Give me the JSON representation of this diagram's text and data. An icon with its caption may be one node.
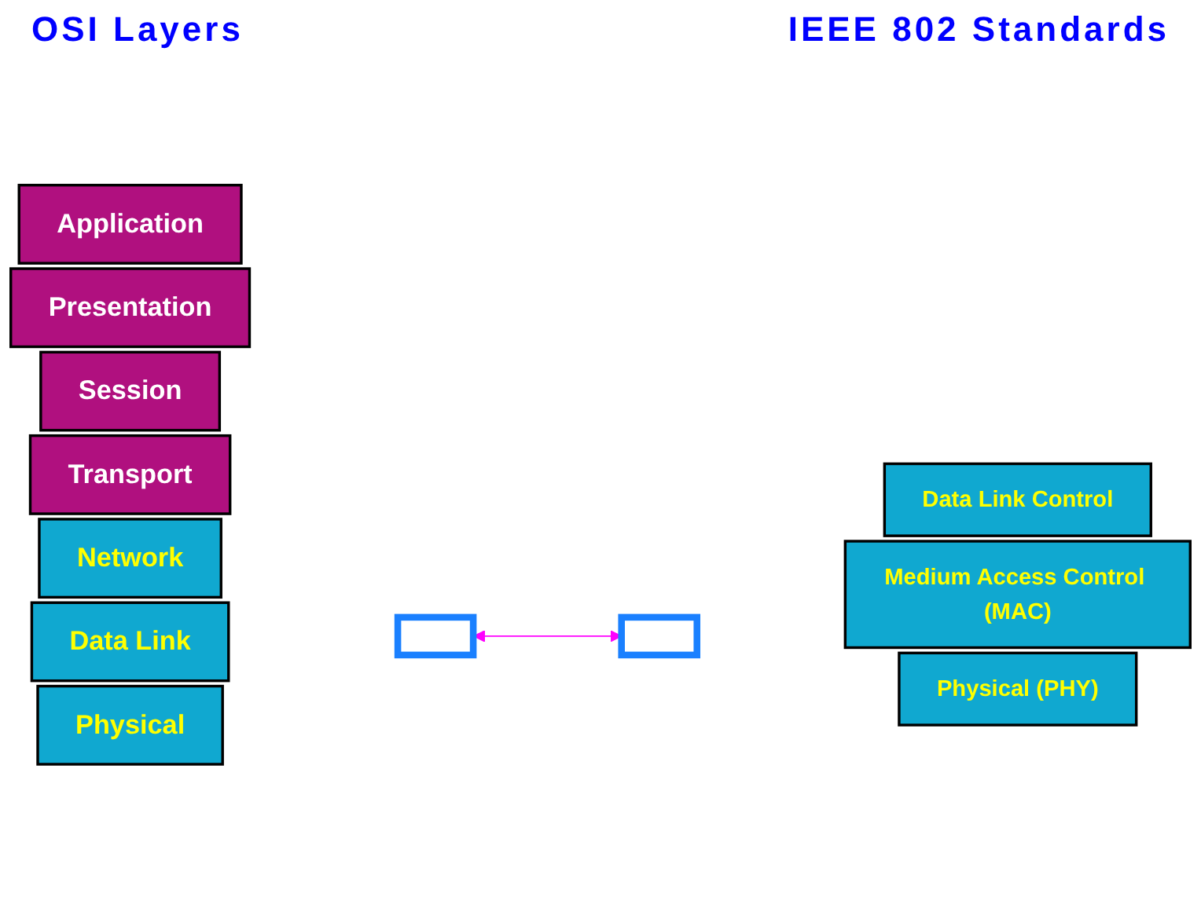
{
  "diagram": {
    "nodes": [
      {
        "text": [
          "Application"
        ]
      },
      {
        "text": [
          "Presentation"
        ]
      },
      {
        "text": [
          "Session"
        ]
      },
      {
        "text": [
          "Transport"
        ]
      },
      {
        "text": [
          "Network"
        ]
      },
      {
        "text": [
          "Data Link"
        ]
      },
      {
        "text": [
          "Physical"
        ]
      },
      {
        "text": [],
        "shape": "bracket"
      },
      {
        "text": [
          "Data Link Control"
        ]
      },
      {
        "text": [
          "Medium Access Control (MAC)"
        ]
      },
      {
        "text": [
          "Physical (PHY)"
        ]
      },
      {
        "text": [],
        "shape": "bracket"
      }
    ],
    "edges": [
      {
        "from": 7,
        "to": 11,
        "arrow": "both",
        "color": "#ff00ff"
      }
    ],
    "labels": [
      "OSI Layers",
      "IEEE 802 Standards"
    ]
  }
}
